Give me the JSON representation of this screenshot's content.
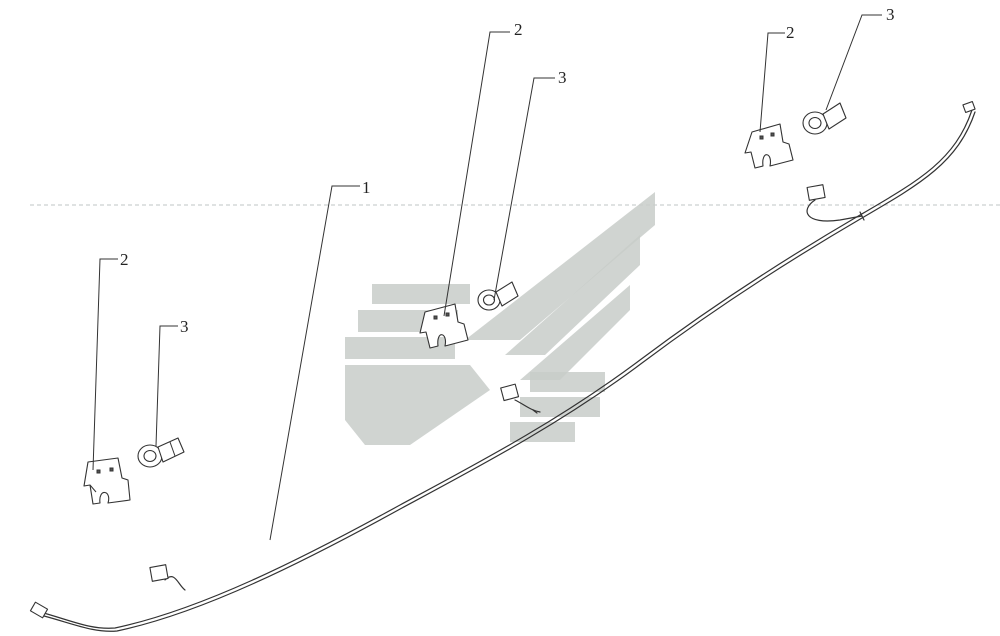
{
  "diagram": {
    "callouts": [
      {
        "id": "harness-label",
        "text": "1"
      },
      {
        "id": "bracket-label-center",
        "text": "2"
      },
      {
        "id": "sensor-label-center",
        "text": "3"
      },
      {
        "id": "bracket-label-right",
        "text": "2"
      },
      {
        "id": "sensor-label-right",
        "text": "3"
      },
      {
        "id": "bracket-label-left",
        "text": "2"
      },
      {
        "id": "sensor-label-left",
        "text": "3"
      }
    ],
    "colors": {
      "line": "#333333",
      "watermark": "#c8ccc9",
      "background": "#ffffff"
    }
  }
}
